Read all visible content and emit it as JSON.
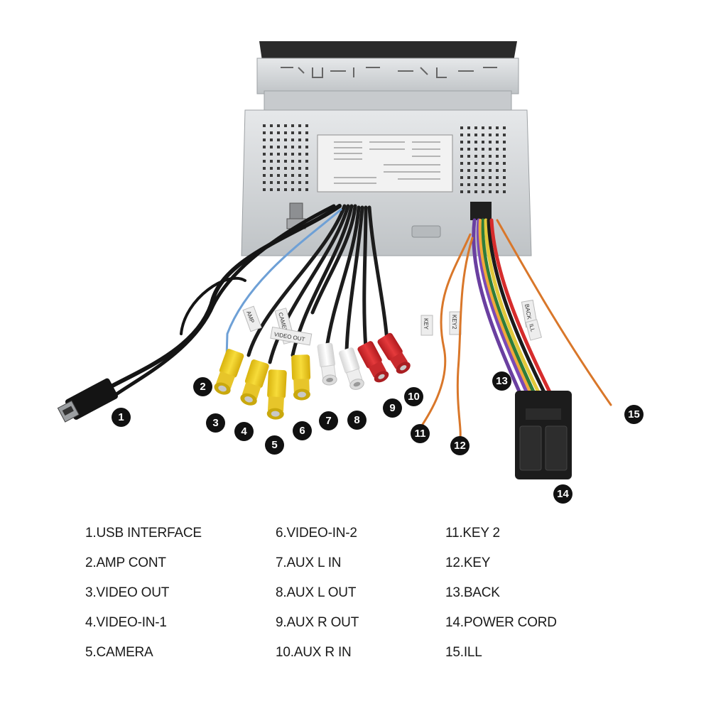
{
  "markers": [
    "1",
    "2",
    "3",
    "4",
    "5",
    "6",
    "7",
    "8",
    "9",
    "10",
    "11",
    "12",
    "13",
    "14",
    "15"
  ],
  "legend": [
    "1.USB INTERFACE",
    "2.AMP CONT",
    "3.VIDEO OUT",
    "4.VIDEO-IN-1",
    "5.CAMERA",
    "6.VIDEO-IN-2",
    "7.AUX L IN",
    "8.AUX L OUT",
    "9.AUX R OUT",
    "10.AUX R IN",
    "11.KEY 2",
    "12.KEY",
    "13.BACK",
    "14.POWER CORD",
    "15.ILL"
  ],
  "tags": {
    "amp": "AMP",
    "camera": "CAMERA",
    "video_out": "VIDEO OUT",
    "key": "KEY",
    "key2": "KEY2",
    "back": "BACK",
    "ill": "ILL"
  },
  "colors": {
    "rca_yellow": "#f2d21e",
    "rca_white": "#f4f4f4",
    "rca_red": "#d8262a",
    "wire_orange": "#d9772a",
    "connector": "#1c1c1c",
    "chassis": "#d4d6d8"
  }
}
